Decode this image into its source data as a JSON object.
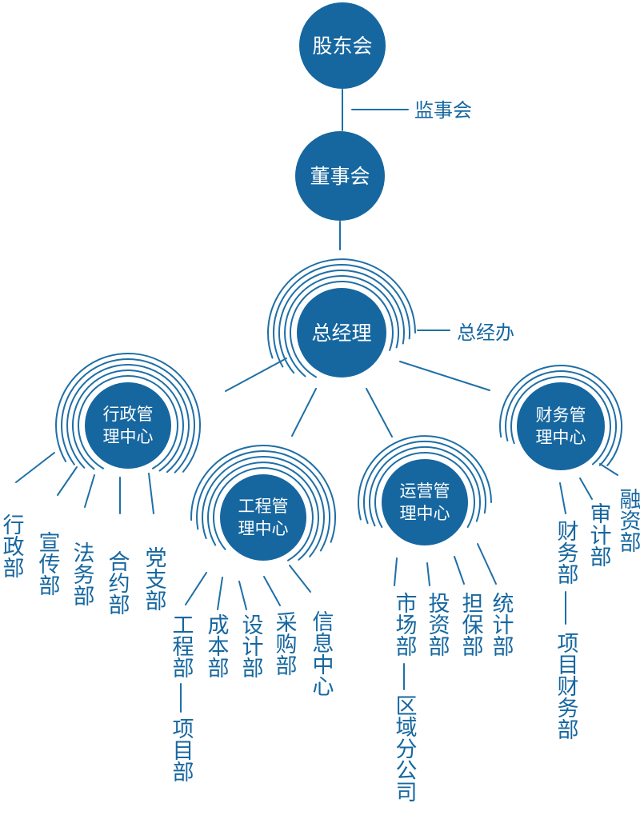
{
  "chart": {
    "top": {
      "shareholders": "股东会",
      "supervisors": "监事会",
      "board": "董事会",
      "gm": "总经理",
      "gm_office": "总经办"
    },
    "centers": [
      {
        "line1": "行政管",
        "line2": "理中心",
        "departments": [
          {
            "text": "行政部"
          },
          {
            "text": "宣传部"
          },
          {
            "text": "法务部"
          },
          {
            "text": "合约部"
          },
          {
            "text": "党支部"
          }
        ]
      },
      {
        "line1": "工程管",
        "line2": "理中心",
        "departments": [
          {
            "text": "工程部",
            "sub": "项目部"
          },
          {
            "text": "成本部"
          },
          {
            "text": "设计部"
          },
          {
            "text": "采购部"
          },
          {
            "text": "信息中心"
          }
        ]
      },
      {
        "line1": "运营管",
        "line2": "理中心",
        "departments": [
          {
            "text": "市场部",
            "sub": "区域分公司"
          },
          {
            "text": "投资部"
          },
          {
            "text": "担保部"
          },
          {
            "text": "统计部"
          }
        ]
      },
      {
        "line1": "财务管",
        "line2": "理中心",
        "departments": [
          {
            "text": "财务部",
            "sub": "项目财务部"
          },
          {
            "text": "审计部"
          },
          {
            "text": "融资部"
          }
        ]
      }
    ]
  }
}
